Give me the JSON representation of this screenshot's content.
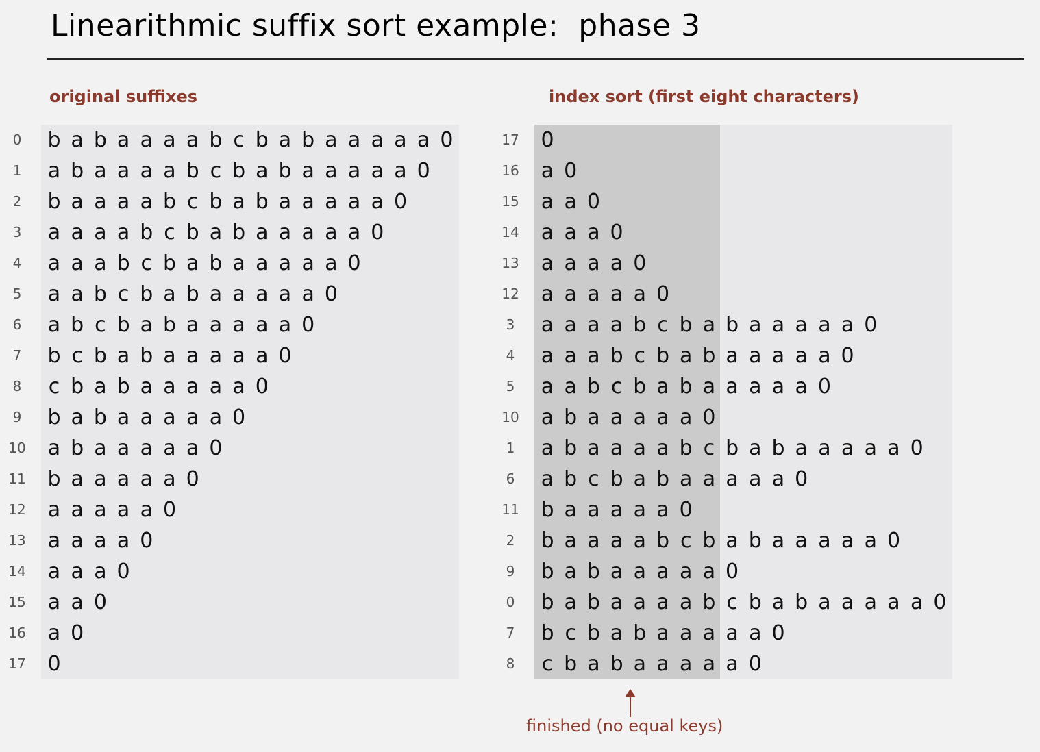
{
  "title": "Linearithmic suffix sort example:  phase 3",
  "left": {
    "heading": "original suffixes",
    "rows": [
      {
        "index": "0",
        "chars": "babaaaabcbabaaaaa0"
      },
      {
        "index": "1",
        "chars": "abaaaabcbabaaaaa0"
      },
      {
        "index": "2",
        "chars": "baaaabcbabaaaaa0"
      },
      {
        "index": "3",
        "chars": "aaaabcbabaaaaa0"
      },
      {
        "index": "4",
        "chars": "aaabcbabaaaaa0"
      },
      {
        "index": "5",
        "chars": "aabcbabaaaaa0"
      },
      {
        "index": "6",
        "chars": "abcbabaaaaa0"
      },
      {
        "index": "7",
        "chars": "bcbabaaaaa0"
      },
      {
        "index": "8",
        "chars": "cbabaaaaa0"
      },
      {
        "index": "9",
        "chars": "babaaaaa0"
      },
      {
        "index": "10",
        "chars": "abaaaaa0"
      },
      {
        "index": "11",
        "chars": "baaaaa0"
      },
      {
        "index": "12",
        "chars": "aaaaa0"
      },
      {
        "index": "13",
        "chars": "aaaa0"
      },
      {
        "index": "14",
        "chars": "aaa0"
      },
      {
        "index": "15",
        "chars": "aa0"
      },
      {
        "index": "16",
        "chars": "a0"
      },
      {
        "index": "17",
        "chars": "0"
      }
    ]
  },
  "right": {
    "heading": "index sort (first eight characters)",
    "key_length": 8,
    "rows": [
      {
        "index": "17",
        "chars": "0"
      },
      {
        "index": "16",
        "chars": "a0"
      },
      {
        "index": "15",
        "chars": "aa0"
      },
      {
        "index": "14",
        "chars": "aaa0"
      },
      {
        "index": "13",
        "chars": "aaaa0"
      },
      {
        "index": "12",
        "chars": "aaaaa0"
      },
      {
        "index": "3",
        "chars": "aaaabcbabaaaaa0"
      },
      {
        "index": "4",
        "chars": "aaabcbabaaaaa0"
      },
      {
        "index": "5",
        "chars": "aabcbabaaaaa0"
      },
      {
        "index": "10",
        "chars": "abaaaaa0"
      },
      {
        "index": "1",
        "chars": "abaaaabcbabaaaaa0"
      },
      {
        "index": "6",
        "chars": "abcbabaaaaa0"
      },
      {
        "index": "11",
        "chars": "baaaaa0"
      },
      {
        "index": "2",
        "chars": "baaaabcbabaaaaa0"
      },
      {
        "index": "9",
        "chars": "babaaaaa0"
      },
      {
        "index": "0",
        "chars": "babaaaabcbabaaaaa0"
      },
      {
        "index": "7",
        "chars": "bcbabaaaaa0"
      },
      {
        "index": "8",
        "chars": "cbabaaaaa0"
      }
    ]
  },
  "annotation": "finished (no equal keys)",
  "colors": {
    "accent": "#8b3a2e",
    "panel": "#e8e8ea",
    "key_region": "#cbcbcb"
  }
}
